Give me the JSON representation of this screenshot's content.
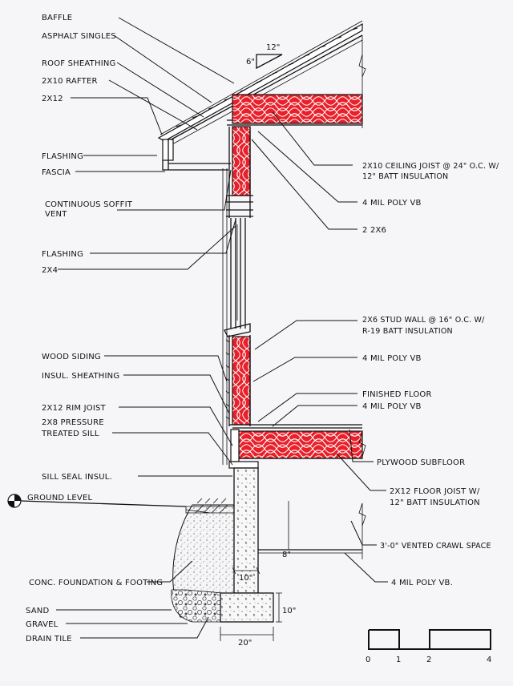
{
  "labels_left": [
    {
      "id": "baffle",
      "text": "BAFFLE"
    },
    {
      "id": "asphalt",
      "text": "ASPHALT SINGLES"
    },
    {
      "id": "roof-sheathing",
      "text": "ROOF SHEATHING"
    },
    {
      "id": "rafter",
      "text": "2X10 RAFTER"
    },
    {
      "id": "2x12",
      "text": "2X12"
    },
    {
      "id": "flashing-top",
      "text": "FLASHING"
    },
    {
      "id": "fascia",
      "text": "FASCIA"
    },
    {
      "id": "soffit-1",
      "text": "CONTINUOUS SOFFIT"
    },
    {
      "id": "soffit-2",
      "text": "VENT"
    },
    {
      "id": "flashing-mid",
      "text": "FLASHING"
    },
    {
      "id": "2x4",
      "text": "2X4"
    },
    {
      "id": "wood-siding",
      "text": "WOOD SIDING"
    },
    {
      "id": "insul-sheathing",
      "text": "INSUL. SHEATHING"
    },
    {
      "id": "rim-joist",
      "text": "2X12 RIM JOIST"
    },
    {
      "id": "sill-1",
      "text": "2X8 PRESSURE"
    },
    {
      "id": "sill-2",
      "text": "TREATED SILL"
    },
    {
      "id": "sill-seal",
      "text": "SILL SEAL INSUL."
    },
    {
      "id": "ground-level",
      "text": "GROUND LEVEL"
    },
    {
      "id": "conc-foundation",
      "text": "CONC. FOUNDATION & FOOTING"
    },
    {
      "id": "sand",
      "text": "SAND"
    },
    {
      "id": "gravel",
      "text": "GRAVEL"
    },
    {
      "id": "drain-tile",
      "text": "DRAIN TILE"
    }
  ],
  "labels_right": [
    {
      "id": "ceiling-joist-1",
      "text": "2X10 CEILING JOIST @ 24\" O.C. W/"
    },
    {
      "id": "ceiling-joist-2",
      "text": "12\" BATT INSULATION"
    },
    {
      "id": "poly-top",
      "text": "4 MIL POLY VB"
    },
    {
      "id": "2-2x6",
      "text": "2 2X6"
    },
    {
      "id": "stud-wall-1",
      "text": "2X6 STUD WALL @ 16\" O.C. W/"
    },
    {
      "id": "stud-wall-2",
      "text": "R-19 BATT INSULATION"
    },
    {
      "id": "poly-wall",
      "text": "4 MIL POLY VB"
    },
    {
      "id": "finished-floor",
      "text": "FINISHED FLOOR"
    },
    {
      "id": "poly-floor",
      "text": "4 MIL POLY VB"
    },
    {
      "id": "plywood",
      "text": "PLYWOOD SUBFLOOR"
    },
    {
      "id": "floor-joist-1",
      "text": "2X12 FLOOR JOIST W/"
    },
    {
      "id": "floor-joist-2",
      "text": "12\" BATT INSULATION"
    },
    {
      "id": "crawl",
      "text": "3'-0\" VENTED CRAWL SPACE"
    },
    {
      "id": "poly-crawl",
      "text": "4 MIL POLY VB."
    }
  ],
  "slope": {
    "run": "12\"",
    "rise": "6\""
  },
  "dimensions": {
    "wall": "10\"",
    "footing_width": "20\"",
    "footing_height": "10\"",
    "crawl_small": "8\""
  },
  "scale_bar": {
    "ticks": [
      "0",
      "1",
      "2",
      "4"
    ]
  },
  "colors": {
    "insulation": "#e8202a",
    "ink": "#111111",
    "paper": "#f6f6f8",
    "insulation_pattern": "#ffffff"
  }
}
